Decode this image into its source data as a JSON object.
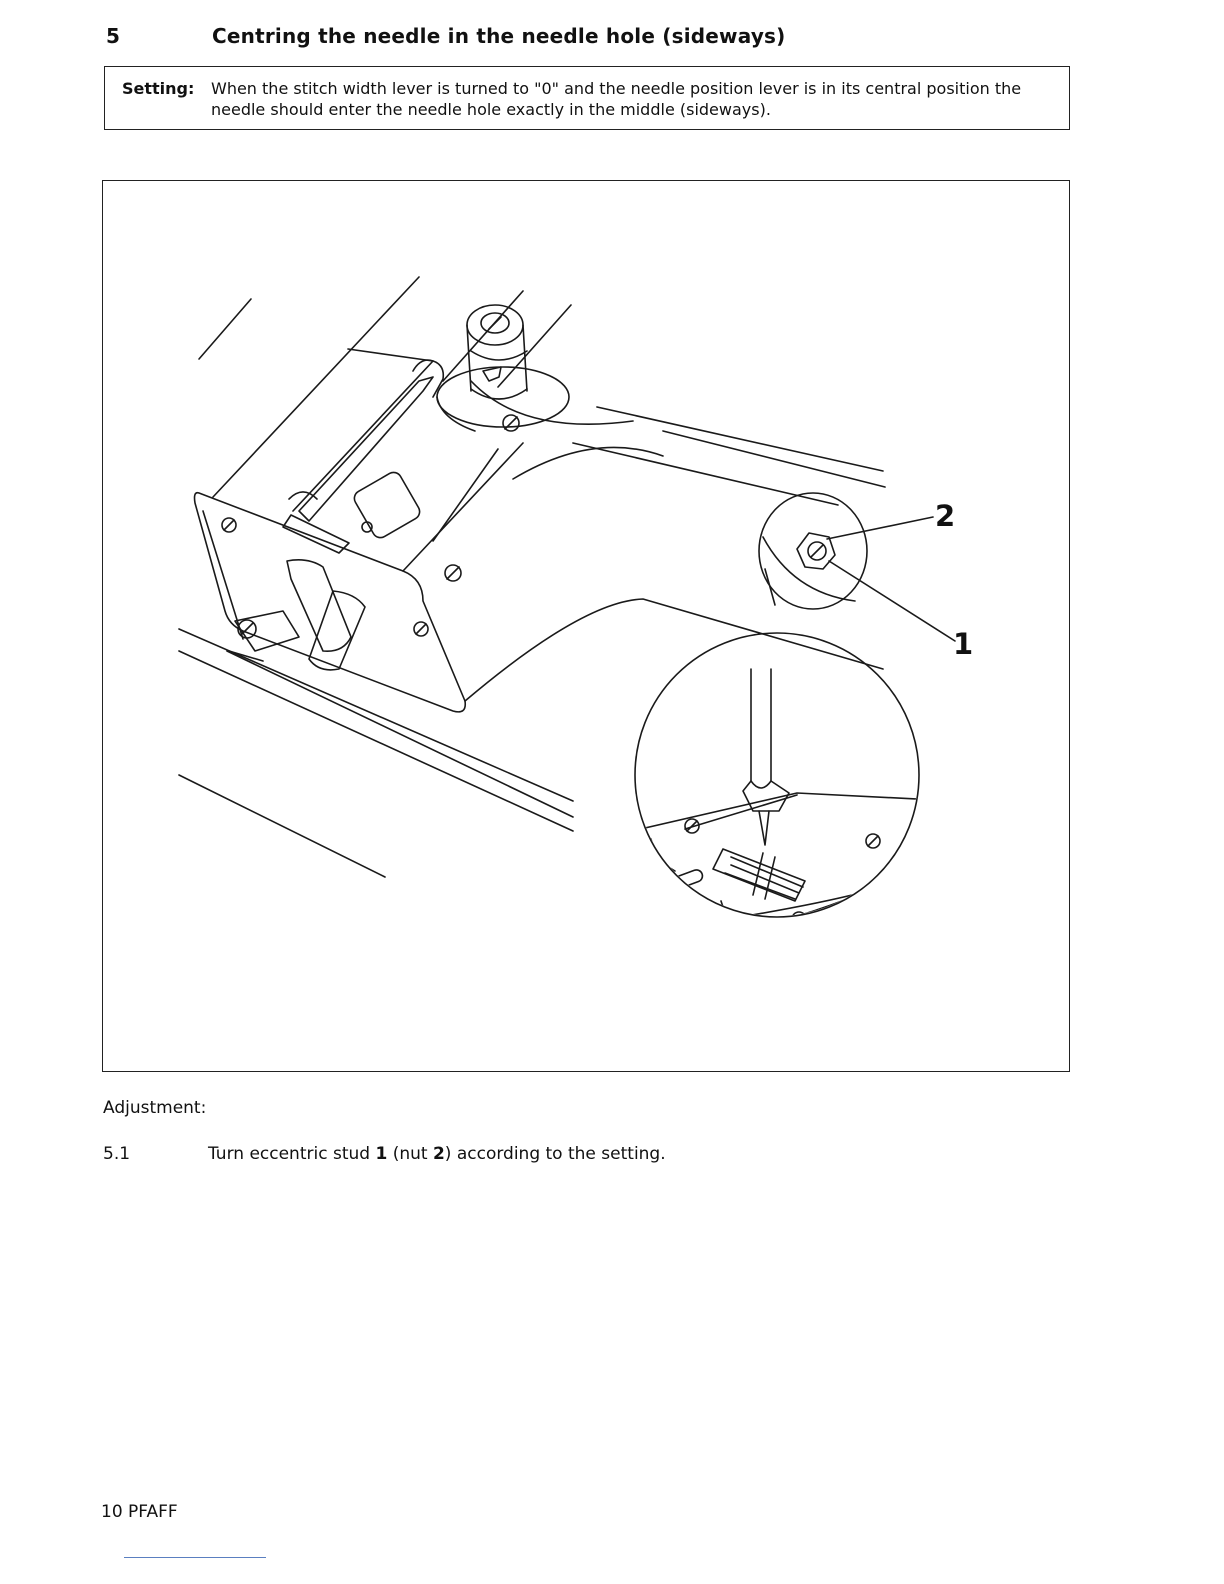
{
  "section": {
    "number": "5",
    "title": "Centring the needle in the needle hole (sideways)"
  },
  "setting": {
    "label": "Setting:",
    "text": "When the stitch width lever is turned to \"0\" and the needle position lever is in its central position the needle should enter the needle hole exactly in the middle (sideways)."
  },
  "figure": {
    "callouts": [
      "2",
      "1"
    ]
  },
  "adjustment": {
    "label": "Adjustment:",
    "steps": [
      {
        "number": "5.1",
        "text_before": "Turn eccentric stud ",
        "ref1": "1",
        "text_mid": " (nut ",
        "ref2": "2",
        "text_after": ") according to the setting."
      }
    ]
  },
  "footer": {
    "page": "10",
    "brand": "PFAFF"
  }
}
